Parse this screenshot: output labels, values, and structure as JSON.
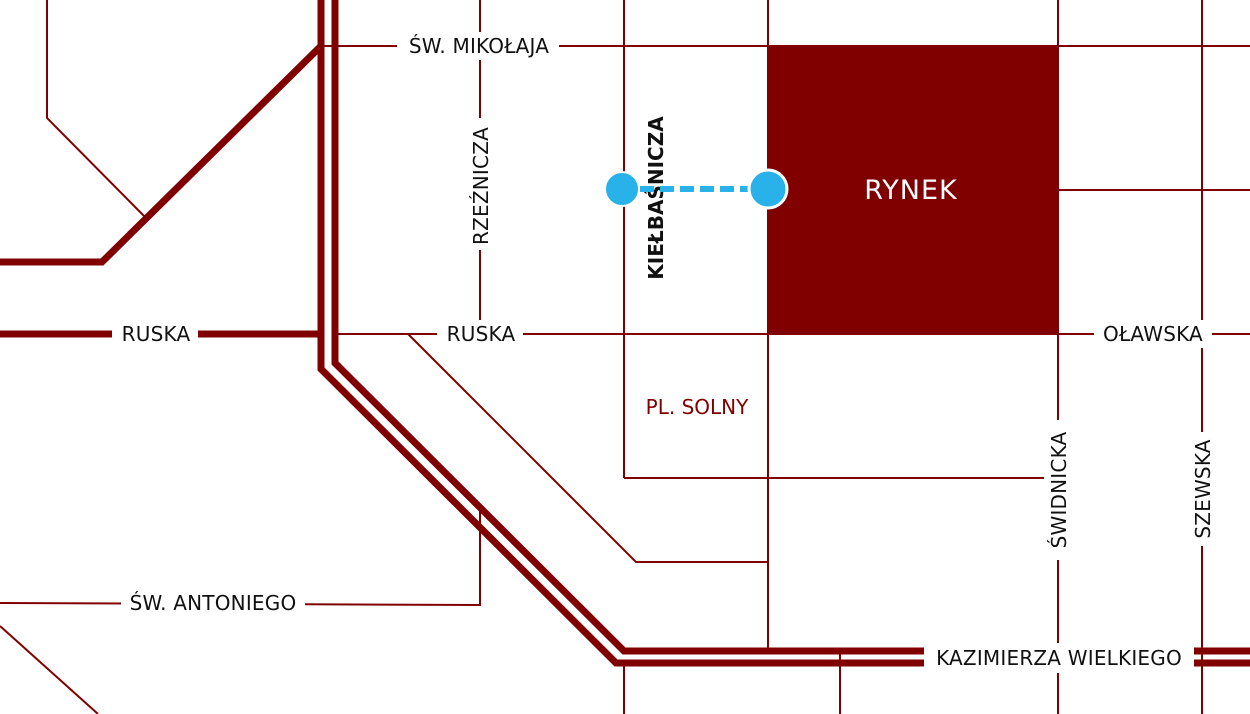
{
  "colors": {
    "road": "#800000",
    "background": "#ffffff",
    "route": "#29b1e9",
    "label_text": "#111111",
    "rynek_text": "#ffffff"
  },
  "streets": {
    "sw_mikolaja": "ŚW. MIKOŁAJA",
    "rzeznicza": "RZEŹNICZA",
    "kielbasnicza": "KIEŁBAŚNICZA",
    "ruska_west": "RUSKA",
    "ruska_east": "RUSKA",
    "olawska": "OŁAWSKA",
    "swidnicka": "ŚWIDNICKA",
    "szewska": "SZEWSKA",
    "sw_antoniego": "ŚW. ANTONIEGO",
    "kazimierza_wielkiego": "KAZIMIERZA WIELKIEGO"
  },
  "places": {
    "rynek": "RYNEK",
    "pl_solny": "PL. SOLNY"
  },
  "route": {
    "start_marker": "route-start-marker",
    "end_marker": "route-end-marker"
  }
}
